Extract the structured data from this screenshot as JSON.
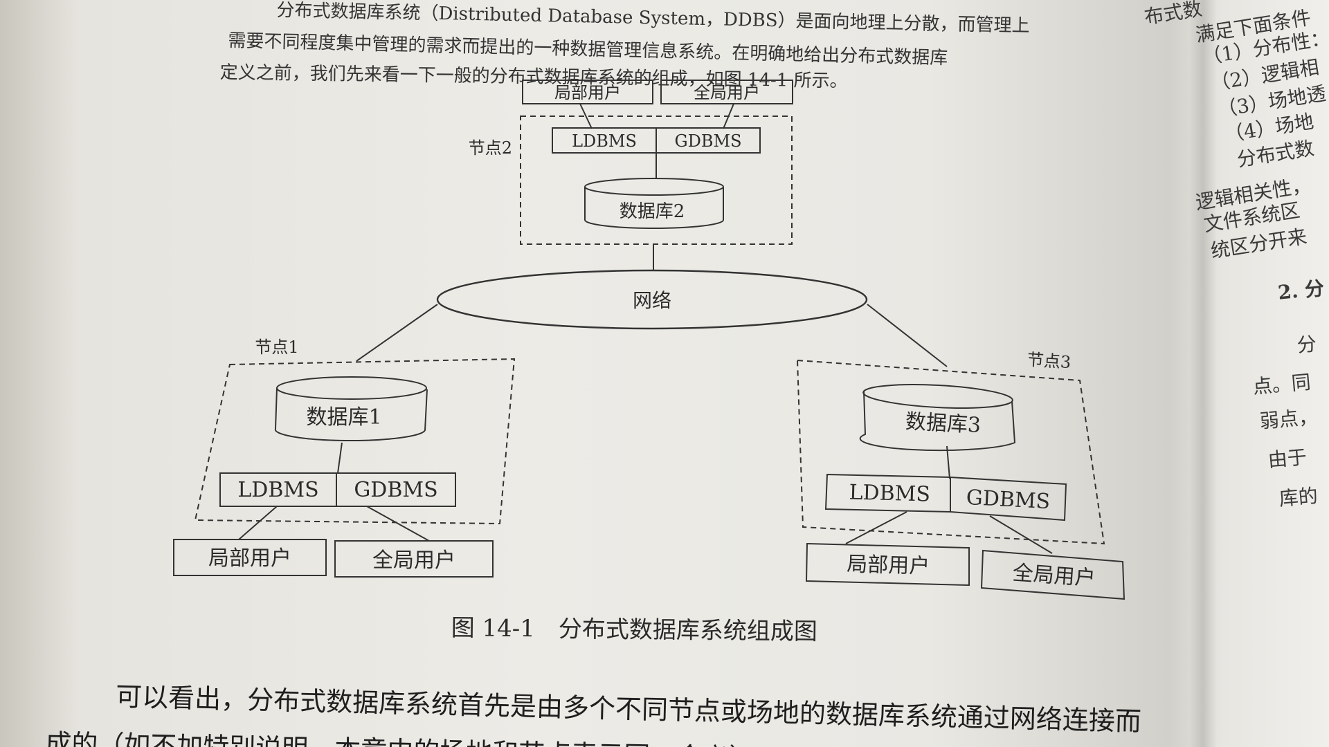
{
  "page_top_text": [
    "分布式数据库系统（Distributed Database System，DDBS）是面向地理上分散，而管理上",
    "需要不同程度集中管理的需求而提出的一种数据管理信息系统。在明确地给出分布式数据库",
    "定义之前，我们先来看一下一般的分布式数据库系统的组成，如图 14-1 所示。"
  ],
  "diagram": {
    "network_label": "网络",
    "nodes": [
      {
        "name": "节点2",
        "database": "数据库2",
        "ldbms": "LDBMS",
        "gdbms": "GDBMS",
        "local_user": "局部用户",
        "global_user": "全局用户"
      },
      {
        "name": "节点1",
        "database": "数据库1",
        "ldbms": "LDBMS",
        "gdbms": "GDBMS",
        "local_user": "局部用户",
        "global_user": "全局用户"
      },
      {
        "name": "节点3",
        "database": "数据库3",
        "ldbms": "LDBMS",
        "gdbms": "GDBMS",
        "local_user": "局部用户",
        "global_user": "全局用户"
      }
    ]
  },
  "caption": "图 14-1　分布式数据库系统组成图",
  "page_bottom_text": [
    "可以看出，分布式数据库系统首先是由多个不同节点或场地的数据库系统通过网络连接而",
    "成的（如不加特别说明，本章中的场地和节点表示同一含义）。"
  ],
  "right_page_text": [
    "布式数",
    "满足下面条件",
    "（1）分布性：",
    "（2）逻辑相",
    "（3）场地透",
    "（4）场地",
    "分布式数",
    "逻辑相关性，",
    "文件系统区",
    "统区分开来",
    "2. 分",
    "分",
    "点。同",
    "弱点，",
    "由于",
    "库的"
  ]
}
